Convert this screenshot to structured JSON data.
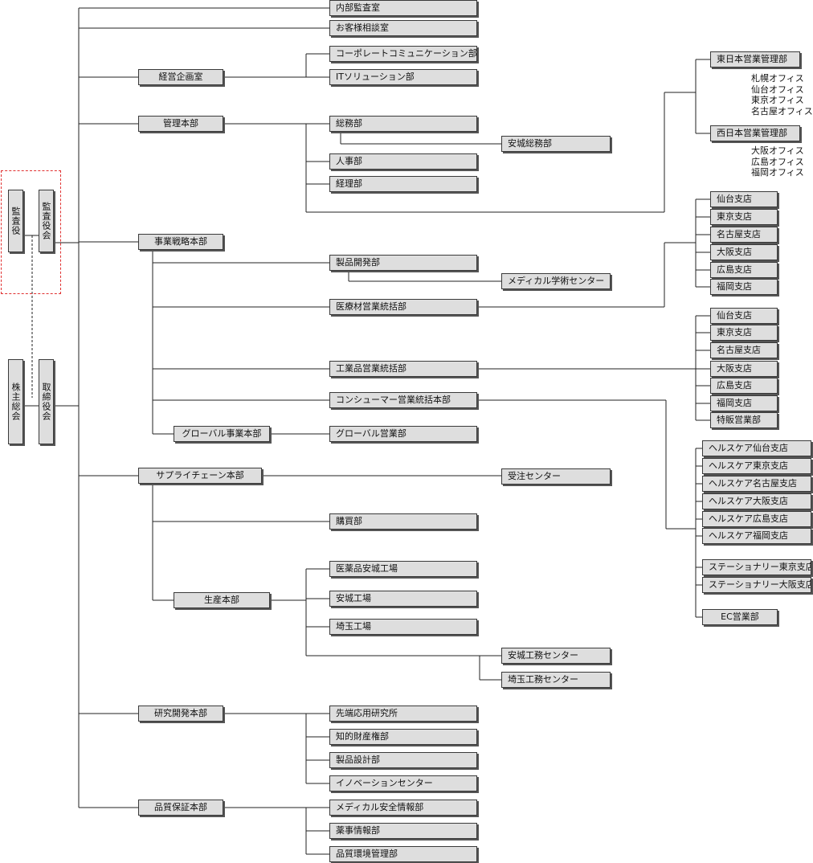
{
  "top": {
    "kansayaku": "監査役",
    "kansayakukai": "監査役会",
    "kabunushi_sokai": "株主総会",
    "torishimariyakukai": "取締役会"
  },
  "direct": {
    "naibu_kansa": "内部監査室",
    "okyakusama_sodan": "お客様相談室"
  },
  "keiei_kikaku": {
    "name": "経営企画室",
    "children": [
      "コーポレートコミュニケーション部",
      "ITソリューション部"
    ]
  },
  "kanri": {
    "name": "管理本部",
    "somu": "総務部",
    "anjo_somu": "安城総務部",
    "jinji": "人事部",
    "keiri": "経理部"
  },
  "east_west": {
    "east": "東日本営業管理部",
    "east_offices": "札幌オフィス\n仙台オフィス\n東京オフィス\n名古屋オフィス",
    "west": "西日本営業管理部",
    "west_offices": "大阪オフィス\n広島オフィス\n福岡オフィス"
  },
  "jigyo_senryaku": {
    "name": "事業戦略本部",
    "seihin_kaihatsu": "製品開発部",
    "medical_gakujutsu": "メディカル学術センター",
    "iryozai": "医療材営業統括部",
    "kogyohin": "工業品営業統括部",
    "consumer": "コンシューマー営業統括本部",
    "global_honbu": "グローバル事業本部",
    "global_eigyo": "グローバル営業部"
  },
  "iryozai_branches": [
    "仙台支店",
    "東京支店",
    "名古屋支店",
    "大阪支店",
    "広島支店",
    "福岡支店"
  ],
  "kogyohin_branches": [
    "仙台支店",
    "東京支店",
    "名古屋支店",
    "大阪支店",
    "広島支店",
    "福岡支店",
    "特販営業部"
  ],
  "consumer_branches": [
    "ヘルスケア仙台支店",
    "ヘルスケア東京支店",
    "ヘルスケア名古屋支店",
    "ヘルスケア大阪支店",
    "ヘルスケア広島支店",
    "ヘルスケア福岡支店",
    "ステーショナリー東京支店",
    "ステーショナリー大阪支店",
    "EC営業部"
  ],
  "supply_chain": {
    "name": "サプライチェーン本部",
    "juchu": "受注センター",
    "kobai": "購買部",
    "seisan": "生産本部",
    "plants": [
      "医薬品安城工場",
      "安城工場",
      "埼玉工場"
    ],
    "koumu": [
      "安城工務センター",
      "埼玉工務センター"
    ]
  },
  "kenkyu": {
    "name": "研究開発本部",
    "children": [
      "先端応用研究所",
      "知的財産権部",
      "製品設計部",
      "イノベーションセンター"
    ]
  },
  "hinshitsu": {
    "name": "品質保証本部",
    "children": [
      "メディカル安全情報部",
      "薬事情報部",
      "品質環境管理部"
    ]
  }
}
